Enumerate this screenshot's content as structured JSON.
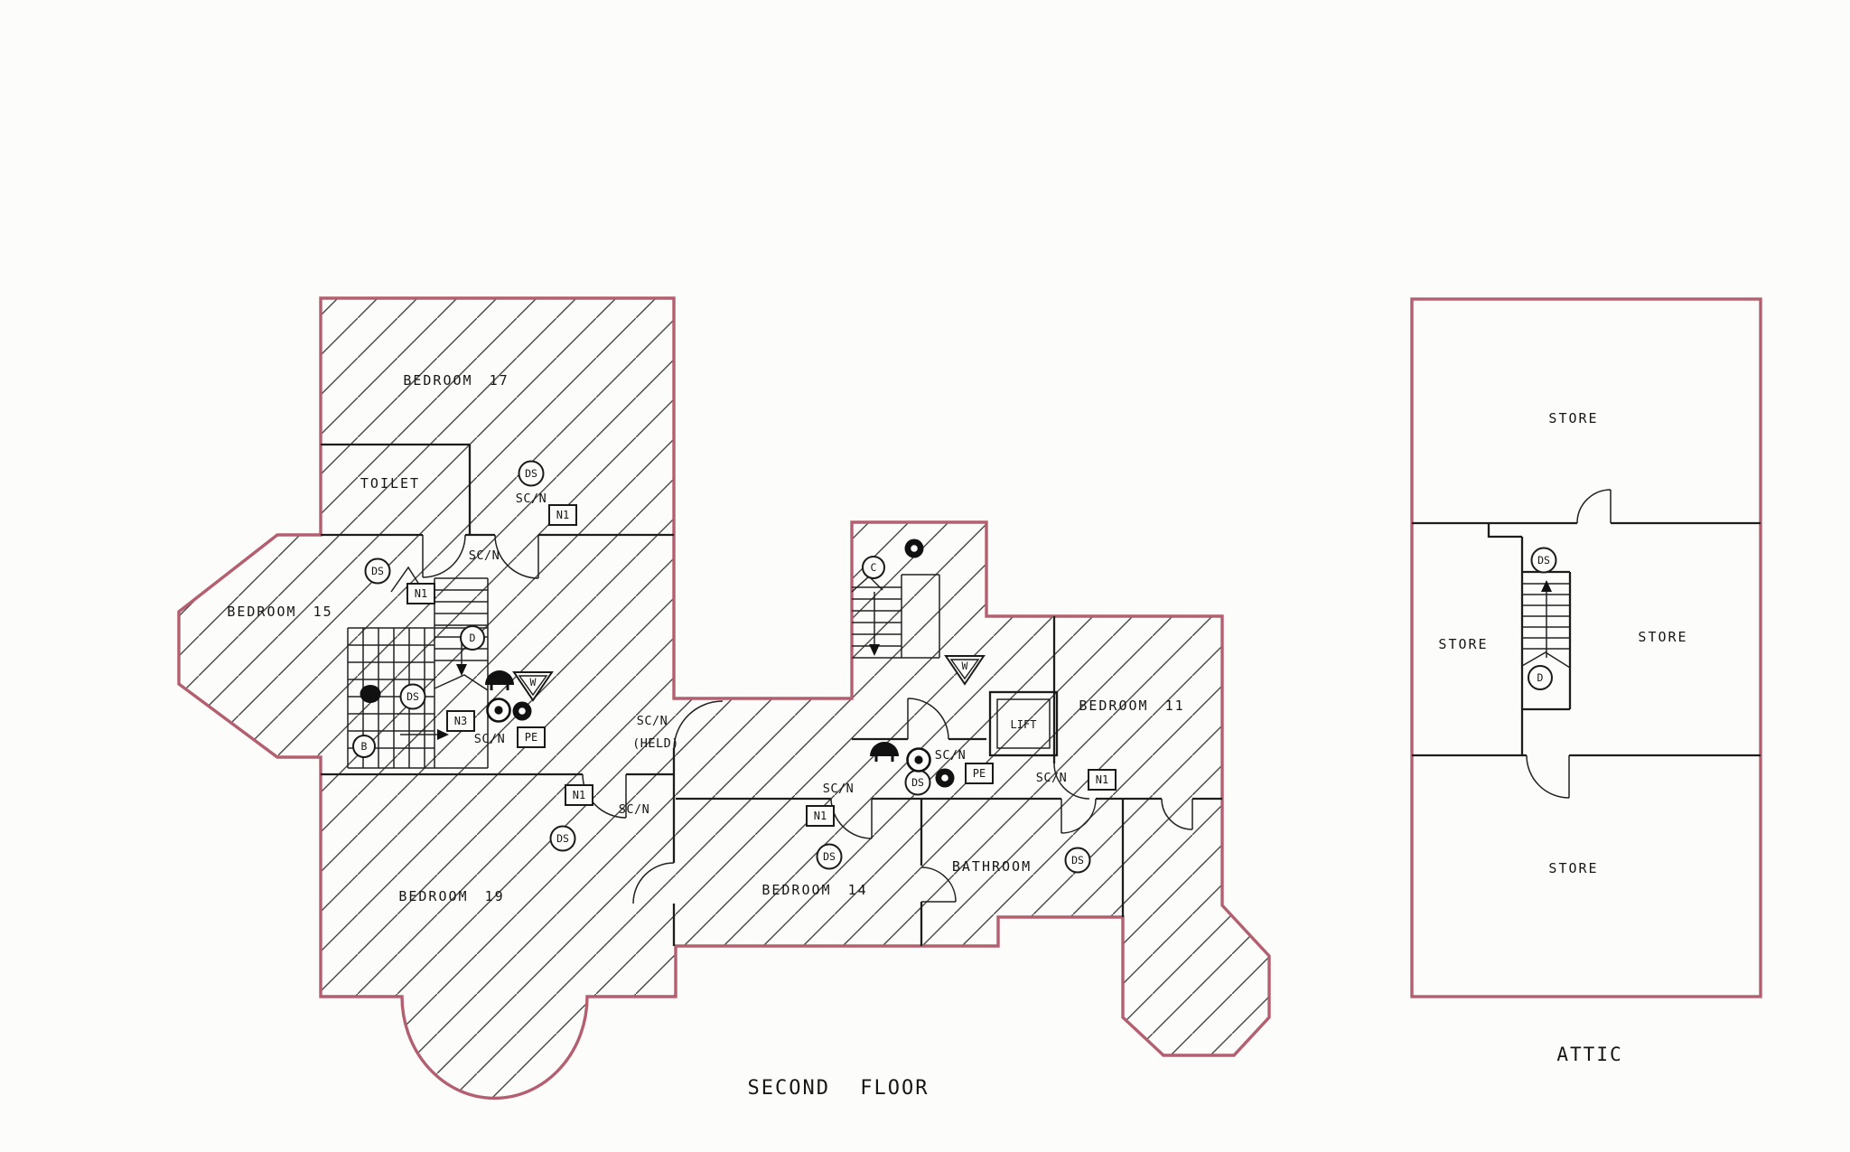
{
  "titles": {
    "second_floor": "SECOND FLOOR",
    "attic": "ATTIC"
  },
  "rooms": {
    "bedroom17": "BEDROOM 17",
    "toilet": "TOILET",
    "bedroom15": "BEDROOM 15",
    "bedroom19": "BEDROOM 19",
    "bedroom14": "BEDROOM 14",
    "bathroom": "BATHROOM",
    "bedroom11": "BEDROOM 11",
    "lift": "LIFT"
  },
  "attic_rooms": {
    "store_top": "STORE",
    "store_left": "STORE",
    "store_right": "STORE",
    "store_bottom": "STORE"
  },
  "symbols": {
    "ds": "DS",
    "d": "D",
    "b": "B",
    "c": "C",
    "w": "W",
    "n1": "N1",
    "n3": "N3",
    "pe": "PE",
    "scn": "SC/N",
    "scn_held_line1": "SC/N",
    "scn_held_line2": "(HELD)"
  },
  "icons": {
    "dome": "wall-mounted-detector-icon",
    "socket": "double-circle-socket-icon",
    "donut": "filled-ring-icon",
    "blob": "filled-dot-icon"
  },
  "colors": {
    "outer_wall": "#b45f70",
    "inner_wall": "#1d1d1d",
    "paper": "#fcfcfa"
  }
}
